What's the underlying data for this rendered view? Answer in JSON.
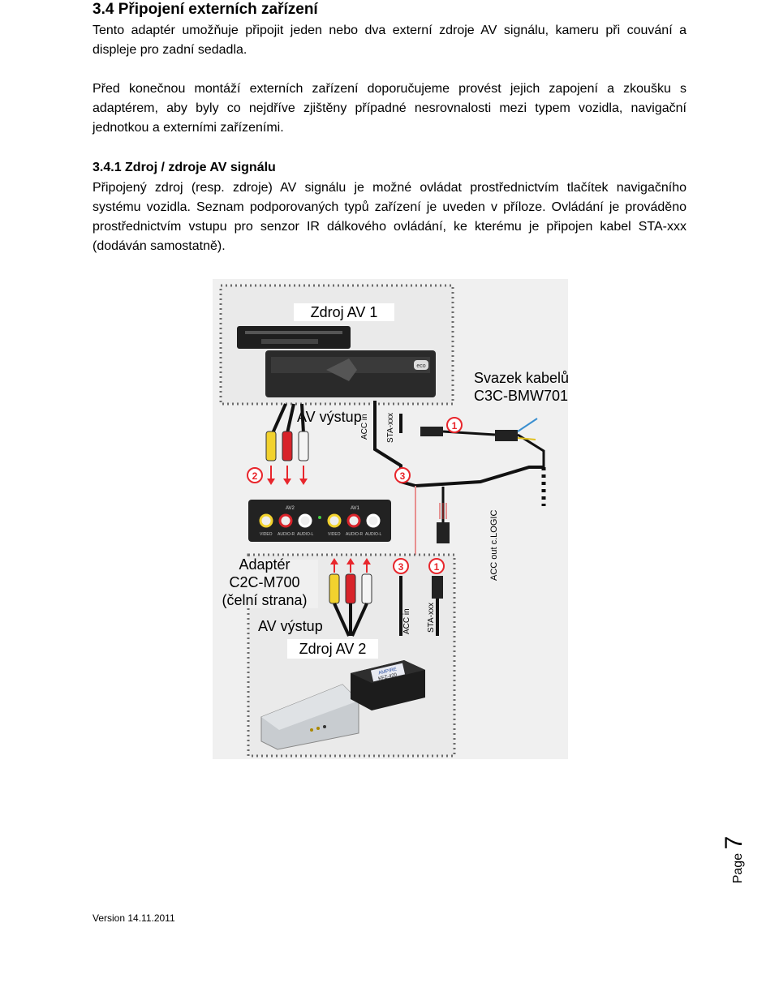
{
  "section": {
    "title": "3.4 Připojení externích zařízení",
    "intro_text": "Tento adaptér umožňuje připojit jeden nebo dva externí zdroje AV signálu, kameru při couvání a displeje pro zadní sedadla.",
    "recommend_text": "Před konečnou montáží externích zařízení doporučujeme provést jejich zapojení a zkoušku s adaptérem, aby byly co nejdříve zjištěny případné nesrovnalosti mezi typem vozidla, navigační jednotkou a externími zařízeními."
  },
  "subsection": {
    "title": "3.4.1 Zdroj / zdroje AV signálu",
    "text": "Připojený zdroj (resp. zdroje) AV signálu je možné ovládat prostřednictvím tlačítek navigačního systému vozidla. Seznam podporovaných typů zařízení je uveden v příloze. Ovládání je prováděno prostřednictvím vstupu pro senzor IR dálkového ovládání, ke kterému je připojen kabel STA-xxx (dodáván samostatně)."
  },
  "diagram": {
    "source1_label": "Zdroj AV 1",
    "source2_label": "Zdroj AV 2",
    "av_output_label": "AV výstup",
    "acc_in_label": "ACC in",
    "sta_label": "STA-xxx",
    "cable_label_line1": "Svazek kabelů",
    "cable_label_line2": "C3C-BMW701",
    "adapter_line1": "Adaptér",
    "adapter_line2": "C2C-M700",
    "adapter_line3": "(čelní strana)",
    "acc_out_label": "ACC out c.LOGIC",
    "marker_1": "1",
    "marker_2": "2",
    "marker_3": "3",
    "panel_av2": "AV2",
    "panel_av1": "AV1",
    "panel_video": "VIDEO",
    "panel_audio_r": "AUDIO-R",
    "panel_audio_l": "AUDIO-L",
    "eco_badge": "eco",
    "box_brand": "AMPIRE",
    "box_model": "KFZ-420"
  },
  "footer": {
    "page_word": "Page",
    "page_number": "7",
    "version": "Version 14.11.2011"
  },
  "colors": {
    "red_marker": "#e8262c",
    "dotted_frame": "#6b6b6b",
    "diagram_bg": "#ededed",
    "cable": "#111111"
  }
}
